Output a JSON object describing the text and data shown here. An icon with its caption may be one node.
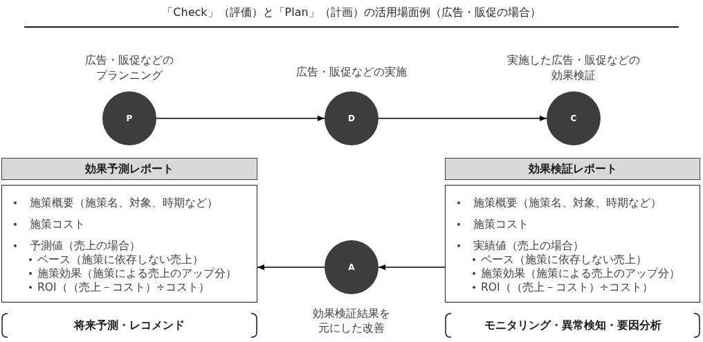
{
  "diagram": {
    "title": "「Check」（評価）と「Plan」（計画）の活用場面例（広告・販促の場合）",
    "nodes": [
      {
        "text": [
          "P"
        ],
        "beside": [
          "広告・販促などのプランニング"
        ]
      },
      {
        "text": [
          "D"
        ],
        "beside": [
          "広告・販促などの実施"
        ]
      },
      {
        "text": [
          "C"
        ],
        "beside": [
          "実施した広告・販促などの効果検証"
        ]
      },
      {
        "text": [
          "効果予測レポート"
        ]
      },
      {
        "text": [
          "効果検証レポート"
        ]
      },
      {
        "text": [
          "施策概要（施策名、対象、時期など）",
          "施策コスト",
          "予測値（売上の場合）",
          "ベース（施策に依存しない売上）",
          "施策効果（施策による売上のアップ分）",
          "ROI（（売上－コスト）÷コスト）"
        ]
      },
      {
        "text": [
          "A"
        ],
        "beside": [
          "効果検証結果を元にした改善"
        ]
      },
      {
        "text": [
          "施策概要（施策名、対象、時期など）",
          "施策コスト",
          "実績値（売上の場合）",
          "ベース（施策に依存しない売上）",
          "施策効果（施策による売上のアップ分）",
          "ROI（（売上－コスト）÷コスト）"
        ]
      },
      {
        "text": [
          "将来予測・レコメンド"
        ]
      },
      {
        "text": [
          "モニタリング・異常検知・要因分析"
        ]
      }
    ],
    "edges": [
      {
        "from": 0,
        "to": 1,
        "arrow": "to"
      },
      {
        "from": 1,
        "to": 2,
        "arrow": "to"
      },
      {
        "from": 7,
        "to": 6,
        "arrow": "to"
      },
      {
        "from": 6,
        "to": 5,
        "arrow": "to"
      }
    ]
  }
}
